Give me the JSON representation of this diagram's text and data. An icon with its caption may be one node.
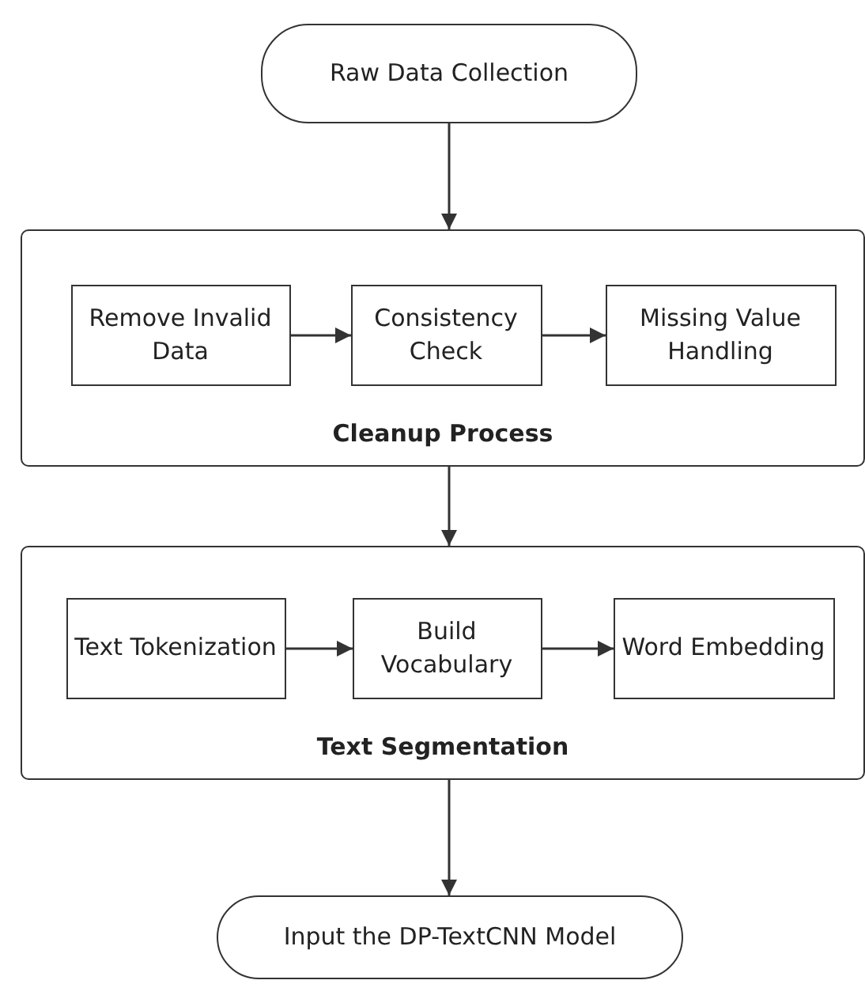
{
  "diagram": {
    "nodes": [
      {
        "text": [
          "Raw Data Collection"
        ]
      },
      {
        "text": [
          "Cleanup Process"
        ]
      },
      {
        "text": [
          "Remove Invalid Data"
        ],
        "in": 1
      },
      {
        "text": [
          "Consistency Check"
        ],
        "in": 1
      },
      {
        "text": [
          "Missing Value Handling"
        ],
        "in": 1
      },
      {
        "text": [
          "Text Segmentation"
        ]
      },
      {
        "text": [
          "Text Tokenization"
        ],
        "in": 5
      },
      {
        "text": [
          "Build Vocabulary"
        ],
        "in": 5
      },
      {
        "text": [
          "Word Embedding"
        ],
        "in": 5
      },
      {
        "text": [
          "Input the DP-TextCNN Model"
        ]
      }
    ],
    "edges": [
      {
        "from": 0,
        "to": 1,
        "arrow": "to"
      },
      {
        "from": 2,
        "to": 3,
        "arrow": "to"
      },
      {
        "from": 3,
        "to": 4,
        "arrow": "to"
      },
      {
        "from": 1,
        "to": 5,
        "arrow": "to"
      },
      {
        "from": 6,
        "to": 7,
        "arrow": "to"
      },
      {
        "from": 7,
        "to": 8,
        "arrow": "to"
      },
      {
        "from": 5,
        "to": 9,
        "arrow": "to"
      }
    ]
  }
}
